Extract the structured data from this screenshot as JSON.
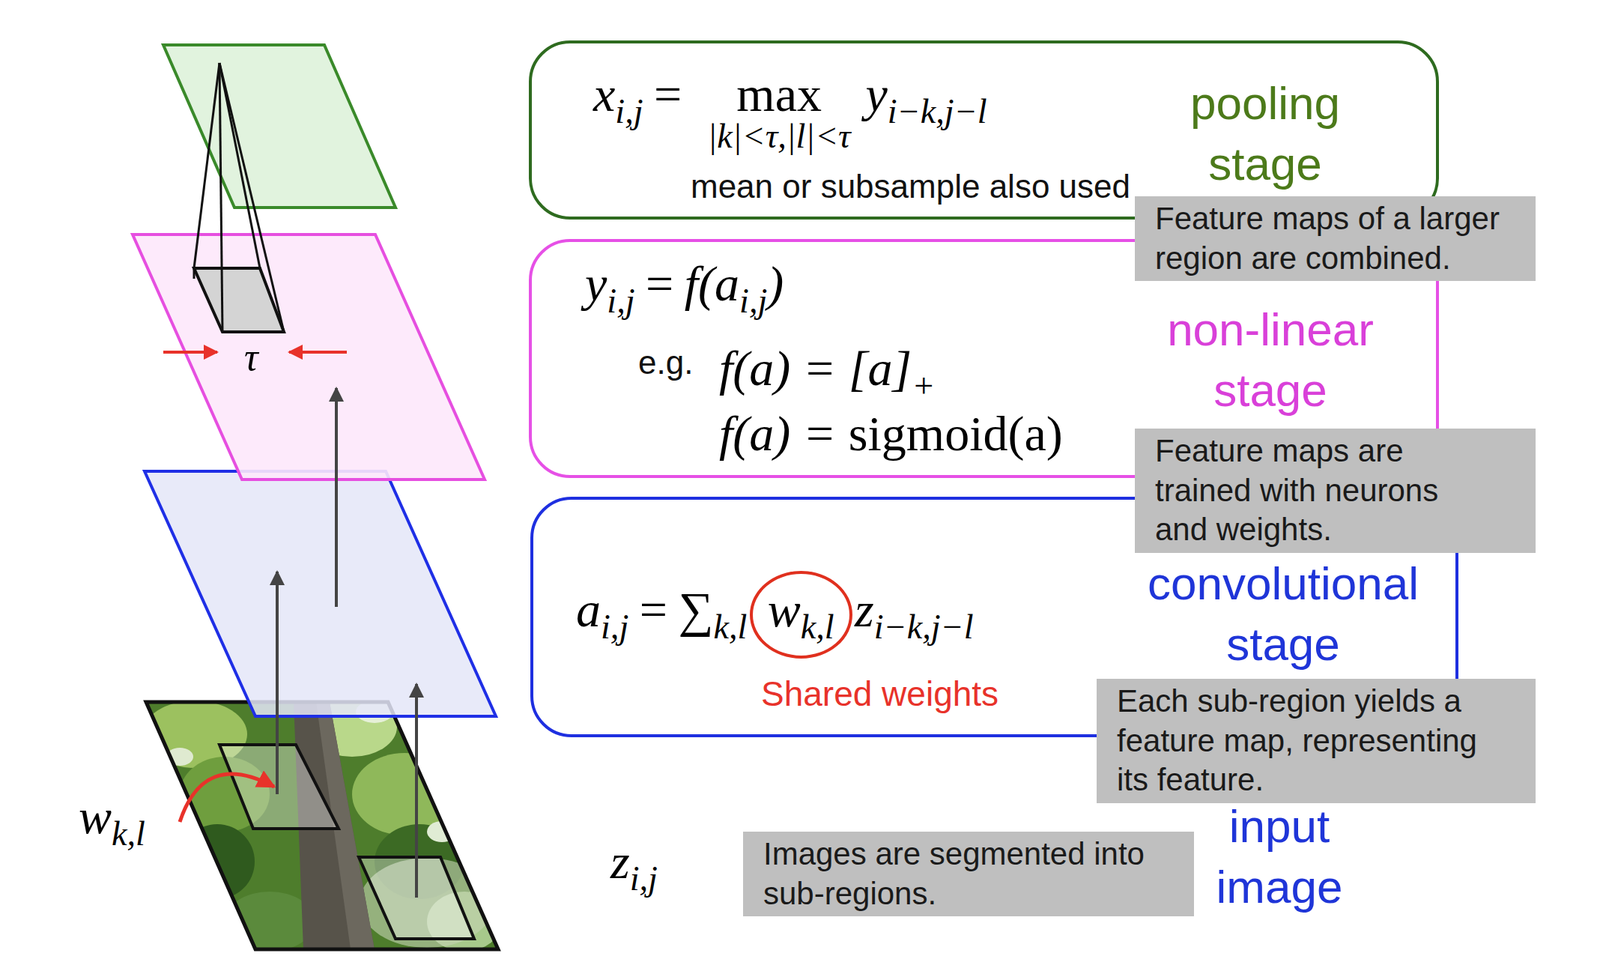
{
  "diagram": {
    "nodes": [
      {
        "text": [
          "x",
          "i,j",
          "=",
          "max",
          "|k|<τ,|l|<τ",
          "y",
          "i−k,j−l",
          "mean or subsample also used",
          "pooling stage"
        ]
      },
      {
        "text": [
          "Feature maps of a larger region are combined."
        ]
      },
      {
        "text": [
          "y",
          "i,j",
          "=",
          "f(a",
          "i,j",
          ")",
          "e.g.",
          "f(a) =",
          "[a]",
          "+",
          "f(a) =",
          "sigmoid(a)",
          "non-linear stage"
        ]
      },
      {
        "text": [
          "Feature maps are trained with neurons and weights."
        ]
      },
      {
        "text": [
          "a",
          "i,j",
          "=",
          "∑",
          "k,l",
          "w",
          "k,l",
          "z",
          "i−k,j−l",
          "Shared weights",
          "convolutional stage"
        ]
      },
      {
        "text": [
          "Each sub-region yields a feature map, representing its feature."
        ]
      },
      {
        "text": [
          "Images are segmented into sub-regions."
        ]
      }
    ],
    "labels": [
      "τ",
      "w",
      "k,l",
      "z",
      "i,j",
      "input image"
    ]
  }
}
